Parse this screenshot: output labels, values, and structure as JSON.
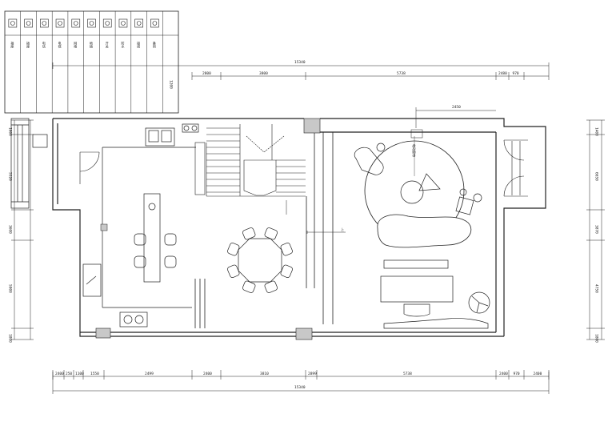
{
  "legend": {
    "symbols": [
      {
        "icon": "double-socket-icon",
        "label": "插座"
      },
      {
        "icon": "socket-icon",
        "label": "插座"
      },
      {
        "icon": "telephone-socket-icon",
        "label": "电话"
      },
      {
        "icon": "tv-socket-icon",
        "label": "电视"
      },
      {
        "icon": "network-socket-icon",
        "label": "网络"
      },
      {
        "icon": "floor-socket-icon",
        "label": "地插"
      },
      {
        "icon": "switch-icon",
        "label": "开关"
      },
      {
        "icon": "waterproof-socket-icon",
        "label": "防水"
      },
      {
        "icon": "junction-box-icon",
        "label": "接线"
      },
      {
        "icon": "spare-icon",
        "label": "备用"
      }
    ],
    "notes": [
      "1200"
    ]
  },
  "dimensions": {
    "top_total": "15340",
    "top_segments": [
      "2800",
      "3800",
      "5738",
      "2480",
      "970"
    ],
    "bottom_total": "15340",
    "bottom_segments": [
      "2400",
      "250",
      "1100",
      "1550",
      "2499",
      "2400",
      "3810",
      "2899",
      "5738",
      "2400",
      "970",
      "2400"
    ],
    "left_side": [
      "1860",
      "5520",
      "3600",
      "5000",
      "1800"
    ],
    "right_side": [
      "1400",
      "6650",
      "3870",
      "4750",
      "1800"
    ],
    "sofa_dim": "2450"
  },
  "annotations": {
    "up_arrow": "上",
    "curtain_label": "电动窗帘"
  },
  "colors": {
    "line": "#222222",
    "wall_fill": "#ffffff",
    "column_fill": "#c8c8c8"
  }
}
